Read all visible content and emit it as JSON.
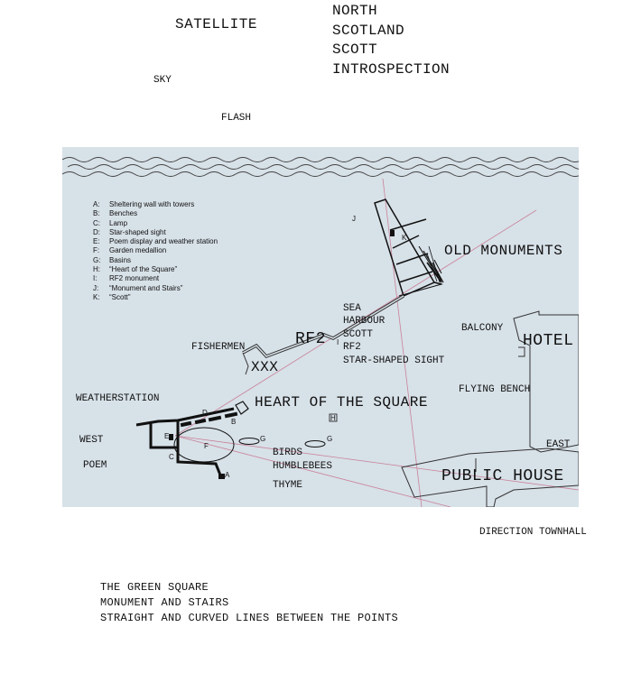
{
  "title_lines": [
    "NORTH",
    "SCOTLAND",
    "SCOTT",
    "INTROSPECTION"
  ],
  "top_labels": {
    "satellite": "SATELLITE",
    "sky": "SKY",
    "flash": "FLASH"
  },
  "map": {
    "legend": [
      {
        "key": "A:",
        "text": "Sheltering wall with towers"
      },
      {
        "key": "B:",
        "text": "Benches"
      },
      {
        "key": "C:",
        "text": "Lamp"
      },
      {
        "key": "D:",
        "text": "Star-shaped sight"
      },
      {
        "key": "E:",
        "text": "Poem display and weather station"
      },
      {
        "key": "F:",
        "text": "Garden medallion"
      },
      {
        "key": "G:",
        "text": "Basins"
      },
      {
        "key": "H:",
        "text": "“Heart of the Square”"
      },
      {
        "key": "I:",
        "text": "RF2 monument"
      },
      {
        "key": "J:",
        "text": "“Monument and Stairs”"
      },
      {
        "key": "K:",
        "text": "“Scott”"
      }
    ],
    "points": {
      "a": "A",
      "b": "B",
      "c": "C",
      "d": "D",
      "e": "E",
      "f": "F",
      "g1": "G",
      "g2": "G",
      "h": "H",
      "i": "I",
      "j": "J",
      "k": "K"
    },
    "labels": {
      "old_monuments": "OLD MONUMENTS",
      "sea": "SEA",
      "harbour": "HARBOUR",
      "scott": "SCOTT",
      "rf2_small": "RF2",
      "star_sight": "STAR-SHAPED SIGHT",
      "balcony": "BALCONY",
      "hotel": "HOTEL",
      "fishermen": "FISHERMEN",
      "rf2_big": "RF2",
      "xxx": "XXX",
      "weatherstation": "WEATHERSTATION",
      "heart": "HEART OF THE SQUARE",
      "flying_bench": "FLYING BENCH",
      "west": "WEST",
      "east": "EAST",
      "poem": "POEM",
      "birds": "BIRDS",
      "humblebees": "HUMBLEBEES",
      "thyme": "THYME",
      "public_house": "PUBLIC HOUSE"
    }
  },
  "direction": "DIRECTION TOWNHALL",
  "footer_lines": [
    "THE GREEN SQUARE",
    "MONUMENT AND STAIRS",
    "STRAIGHT AND CURVED LINES BETWEEN THE POINTS"
  ]
}
